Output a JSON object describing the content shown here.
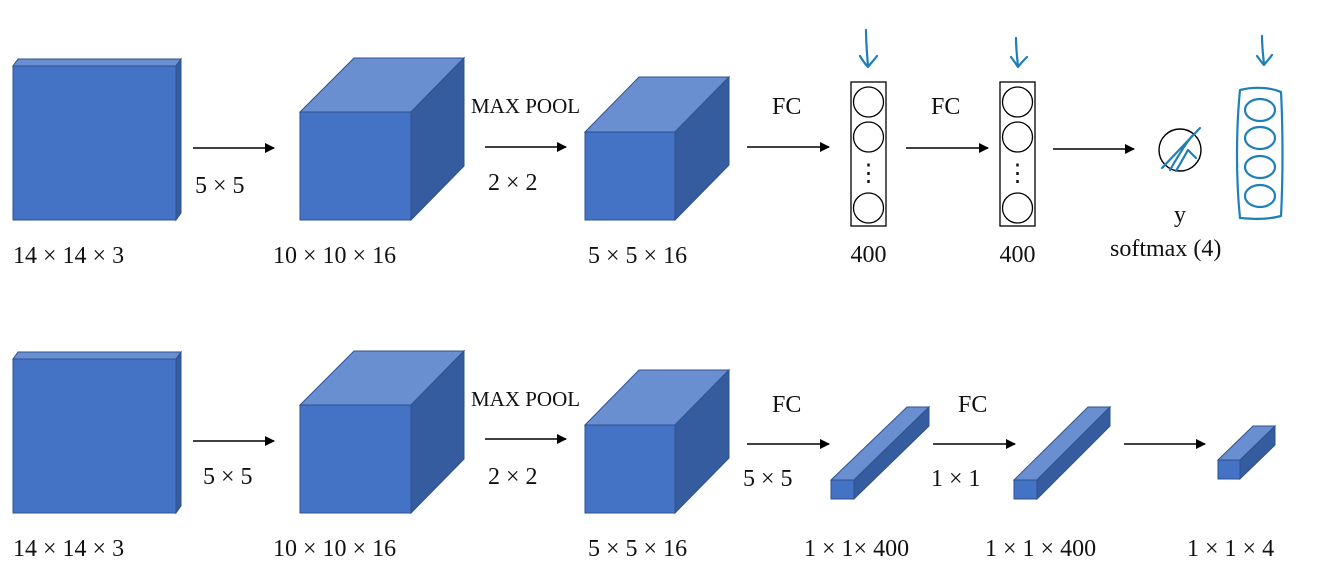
{
  "colors": {
    "block": "#4472c4",
    "block_top": "#6a8fd0",
    "block_side": "#345c9e",
    "ink": "#1f7fb8"
  },
  "row1": {
    "input_dim": "14 × 14 × 3",
    "conv_kernel": "5 × 5",
    "conv_dim": "10 × 10 × 16",
    "pool_label": "MAX POOL",
    "pool_size": "2 × 2",
    "pool_dim": "5 × 5 × 16",
    "fc1_label": "FC",
    "fc1_dim": "400",
    "fc2_label": "FC",
    "fc2_dim": "400",
    "dots": "⋮",
    "output_symbol": "y",
    "output_label": "softmax (4)"
  },
  "row2": {
    "input_dim": "14 × 14 × 3",
    "conv_kernel": "5 × 5",
    "conv_dim": "10 × 10 × 16",
    "pool_label": "MAX POOL",
    "pool_size": "2 × 2",
    "pool_dim": "5 × 5 × 16",
    "fc1_label": "FC",
    "fc1_kernel": "5 × 5",
    "fc1_dim": "1 × 1× 400",
    "fc2_label": "FC",
    "fc2_kernel": "1 × 1",
    "fc2_dim": "1 × 1 × 400",
    "out_dim": "1 × 1 × 4"
  }
}
